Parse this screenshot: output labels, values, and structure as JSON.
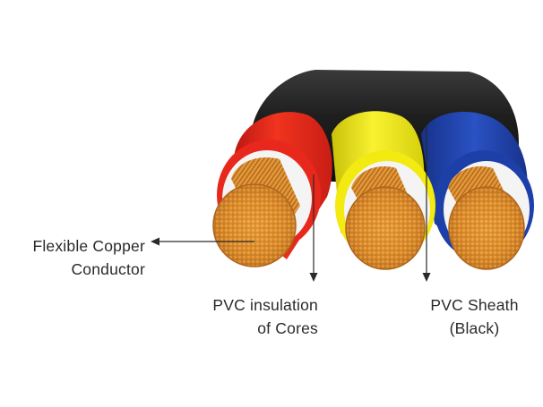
{
  "labels": {
    "copper": {
      "line1": "Flexible Copper",
      "line2": "Conductor"
    },
    "insulation": {
      "line1": "PVC insulation",
      "line2": "of Cores"
    },
    "sheath": {
      "line1": "PVC Sheath",
      "line2": "(Black)"
    }
  },
  "colors": {
    "sheath": "#1c1c1c",
    "core_red": "#e8281c",
    "core_yellow": "#f2ea10",
    "core_blue": "#1d3fa8",
    "copper": "#d9892a",
    "insulation_inner": "#f4f4f4",
    "pointer": "#2a2a2a"
  }
}
